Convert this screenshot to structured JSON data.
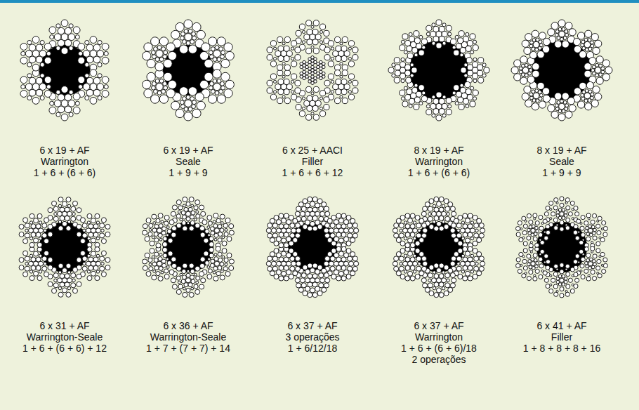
{
  "diagram": {
    "labels": [
      "6 x 19 + AF",
      "Warrington",
      "1 + 6 + (6 + 6)",
      "6 x 19 + AF",
      "Seale",
      "1 + 9 + 9",
      "6 x 25 + AACI",
      "Filler",
      "1 + 6 + 6 + 12",
      "8 x 19 + AF",
      "Warrington",
      "1 + 6 + (6 + 6)",
      "8 x 19 + AF",
      "Seale",
      "1 + 9 + 9",
      "6 x 31 + AF",
      "Warrington-Seale",
      "1 + 6 + (6 + 6) + 12",
      "6 x 36 + AF",
      "Warrington-Seale",
      "1 + 7 + (7 + 7) + 14",
      "6 x 37 + AF",
      "3 operações",
      "1 + 6/12/18",
      "6 x 37 + AF",
      "Warrington",
      "1 + 6 + (6 + 6)/18",
      "2 operações",
      "6 x 41 + AF",
      "Filler",
      "1 + 8 + 8 + 8 + 16"
    ]
  }
}
